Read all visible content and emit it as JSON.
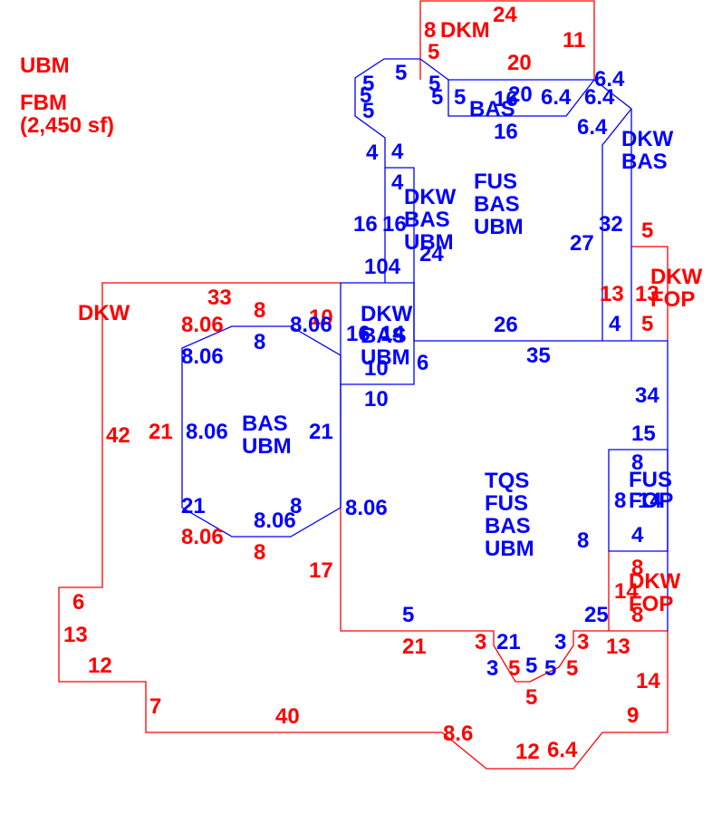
{
  "legend": {
    "line1": "UBM",
    "line2": "FBM",
    "line3": "(2,450 sf)"
  },
  "colors": {
    "exterior_area": "#ff0000",
    "interior_area": "#0000ff"
  },
  "areas": [
    {
      "id": "dkm",
      "color": "red",
      "lines": [
        "DKM"
      ]
    },
    {
      "id": "bas-top",
      "color": "blue",
      "lines": [
        "BAS"
      ]
    },
    {
      "id": "dkw-bas-right",
      "color": "blue",
      "lines": [
        "DKW",
        "BAS"
      ]
    },
    {
      "id": "fus-bas-ubm",
      "color": "blue",
      "lines": [
        "FUS",
        "BAS",
        "UBM"
      ]
    },
    {
      "id": "dkw-bas-ubm-upper",
      "color": "blue",
      "lines": [
        "DKW",
        "BAS",
        "UBM"
      ]
    },
    {
      "id": "dkw-fop-upper",
      "color": "red",
      "lines": [
        "DKW",
        "FOP"
      ]
    },
    {
      "id": "dkw-left",
      "color": "red",
      "lines": [
        "DKW"
      ]
    },
    {
      "id": "dkw-bas-ubm-lower",
      "color": "blue",
      "lines": [
        "DKW",
        "BAS",
        "UBM"
      ]
    },
    {
      "id": "bas-ubm",
      "color": "blue",
      "lines": [
        "BAS",
        "UBM"
      ]
    },
    {
      "id": "tqs-fus-bas-ubm",
      "color": "blue",
      "lines": [
        "TQS",
        "FUS",
        "BAS",
        "UBM"
      ]
    },
    {
      "id": "fus-fop",
      "color": "blue",
      "lines": [
        "FUS",
        "FOP"
      ]
    },
    {
      "id": "dkw-fop-lower",
      "color": "red",
      "lines": [
        "DKW",
        "FOP"
      ]
    }
  ],
  "dimensions": {
    "red": [
      "24",
      "8",
      "11",
      "5",
      "20",
      "5",
      "13",
      "13",
      "5",
      "33",
      "8",
      "10",
      "8.06",
      "42",
      "21",
      "8.06",
      "8",
      "17",
      "6",
      "13",
      "12",
      "7",
      "40",
      "8.6",
      "12",
      "6.4",
      "21",
      "3",
      "5",
      "5",
      "5",
      "3",
      "13",
      "14",
      "9",
      "8",
      "14",
      "8"
    ],
    "blue": [
      "5",
      "5",
      "5",
      "5",
      "5",
      "5",
      "5",
      "16",
      "20",
      "6.4",
      "6.4",
      "6.4",
      "16",
      "6.4",
      "4",
      "4",
      "4",
      "16",
      "16",
      "24",
      "104",
      "32",
      "27",
      "4",
      "26",
      "35",
      "16",
      "14",
      "6",
      "10",
      "10",
      "8.06",
      "8",
      "8.06",
      "8.06",
      "21",
      "21",
      "8.06",
      "8",
      "8.06",
      "34",
      "15",
      "8",
      "8",
      "14",
      "4",
      "8",
      "25",
      "5",
      "21",
      "3",
      "3",
      "5",
      "5",
      "5"
    ]
  }
}
